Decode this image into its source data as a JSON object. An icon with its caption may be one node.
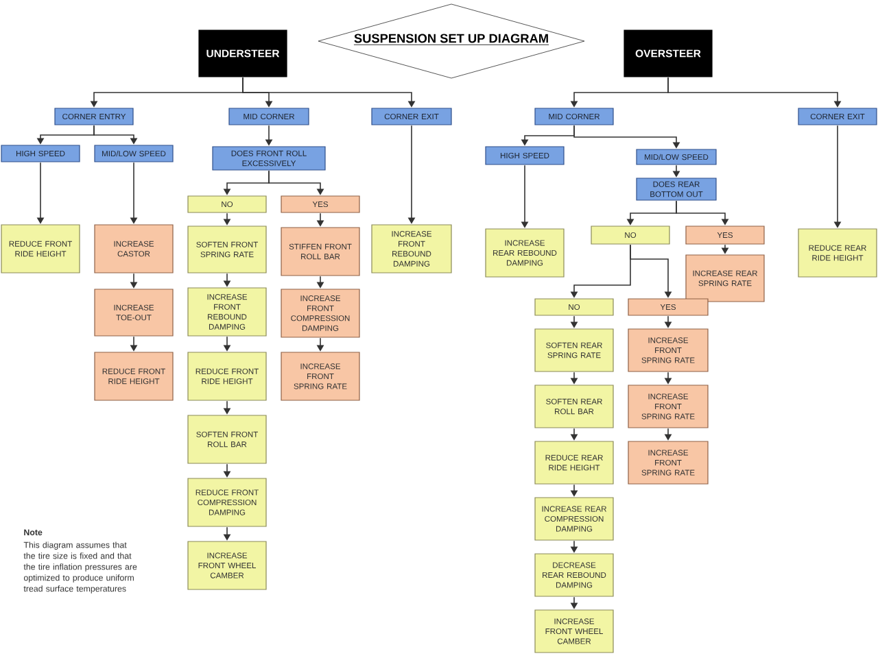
{
  "diagram": {
    "title": "SUSPENSION SET UP DIAGRAM",
    "nodes": [
      {
        "text": [
          "UNDERSTEER"
        ]
      },
      {
        "text": [
          "CORNER ENTRY"
        ]
      },
      {
        "text": [
          "MID CORNER"
        ]
      },
      {
        "text": [
          "CORNER EXIT"
        ]
      },
      {
        "text": [
          "HIGH SPEED"
        ]
      },
      {
        "text": [
          "MID/LOW SPEED"
        ]
      },
      {
        "text": [
          "DOES FRONT ROLL EXCESSIVELY"
        ]
      },
      {
        "text": [
          "NO"
        ]
      },
      {
        "text": [
          "YES"
        ]
      },
      {
        "text": [
          "REDUCE FRONT RIDE HEIGHT"
        ]
      },
      {
        "text": [
          "INCREASE CASTOR"
        ]
      },
      {
        "text": [
          "INCREASE TOE-OUT"
        ]
      },
      {
        "text": [
          "REDUCE FRONT RIDE HEIGHT"
        ]
      },
      {
        "text": [
          "SOFTEN FRONT SPRING RATE"
        ]
      },
      {
        "text": [
          "INCREASE FRONT REBOUND DAMPING"
        ]
      },
      {
        "text": [
          "REDUCE FRONT RIDE HEIGHT"
        ]
      },
      {
        "text": [
          "SOFTEN FRONT ROLL BAR"
        ]
      },
      {
        "text": [
          "REDUCE FRONT COMPRESSION DAMPING"
        ]
      },
      {
        "text": [
          "INCREASE FRONT WHEEL CAMBER"
        ]
      },
      {
        "text": [
          "STIFFEN FRONT ROLL BAR"
        ]
      },
      {
        "text": [
          "INCREASE FRONT COMPRESSION DAMPING"
        ]
      },
      {
        "text": [
          "INCREASE FRONT SPRING RATE"
        ]
      },
      {
        "text": [
          "INCREASE FRONT REBOUND DAMPING"
        ]
      },
      {
        "text": [
          "OVERSTEER"
        ]
      },
      {
        "text": [
          "MID CORNER"
        ]
      },
      {
        "text": [
          "CORNER EXIT"
        ]
      },
      {
        "text": [
          "HIGH SPEED"
        ]
      },
      {
        "text": [
          "MID/LOW SPEED"
        ]
      },
      {
        "text": [
          "DOES REAR BOTTOM OUT"
        ]
      },
      {
        "text": [
          "INCREASE REAR REBOUND DAMPING"
        ]
      },
      {
        "text": [
          "NO"
        ]
      },
      {
        "text": [
          "YES"
        ]
      },
      {
        "text": [
          "INCREASE REAR SPRING RATE"
        ]
      },
      {
        "text": [
          "REDUCE REAR RIDE HEIGHT"
        ]
      },
      {
        "text": [
          "NO"
        ]
      },
      {
        "text": [
          "YES"
        ]
      },
      {
        "text": [
          "SOFTEN REAR SPRING RATE"
        ]
      },
      {
        "text": [
          "SOFTEN REAR ROLL BAR"
        ]
      },
      {
        "text": [
          "REDUCE REAR RIDE HEIGHT"
        ]
      },
      {
        "text": [
          "INCREASE REAR COMPRESSION DAMPING"
        ]
      },
      {
        "text": [
          "DECREASE REAR REBOUND DAMPING"
        ]
      },
      {
        "text": [
          "INCREASE FRONT WHEEL CAMBER"
        ]
      },
      {
        "text": [
          "INCREASE FRONT SPRING RATE"
        ]
      },
      {
        "text": [
          "INCREASE FRONT SPRING RATE"
        ]
      },
      {
        "text": [
          "INCREASE FRONT SPRING RATE"
        ]
      }
    ],
    "edges": [
      {
        "from": 0,
        "to": 1,
        "arrow": "to"
      },
      {
        "from": 0,
        "to": 2,
        "arrow": "to"
      },
      {
        "from": 0,
        "to": 3,
        "arrow": "to"
      },
      {
        "from": 1,
        "to": 4,
        "arrow": "to"
      },
      {
        "from": 1,
        "to": 5,
        "arrow": "to"
      },
      {
        "from": 2,
        "to": 6,
        "arrow": "to"
      },
      {
        "from": 6,
        "to": 7,
        "arrow": "to"
      },
      {
        "from": 6,
        "to": 8,
        "arrow": "to"
      },
      {
        "from": 4,
        "to": 9,
        "arrow": "to"
      },
      {
        "from": 5,
        "to": 10,
        "arrow": "to"
      },
      {
        "from": 10,
        "to": 11,
        "arrow": "to"
      },
      {
        "from": 11,
        "to": 12,
        "arrow": "to"
      },
      {
        "from": 7,
        "to": 13,
        "arrow": "to"
      },
      {
        "from": 13,
        "to": 14,
        "arrow": "to"
      },
      {
        "from": 14,
        "to": 15,
        "arrow": "to"
      },
      {
        "from": 15,
        "to": 16,
        "arrow": "to"
      },
      {
        "from": 16,
        "to": 17,
        "arrow": "to"
      },
      {
        "from": 17,
        "to": 18,
        "arrow": "to"
      },
      {
        "from": 8,
        "to": 19,
        "arrow": "to"
      },
      {
        "from": 19,
        "to": 20,
        "arrow": "to"
      },
      {
        "from": 20,
        "to": 21,
        "arrow": "to"
      },
      {
        "from": 3,
        "to": 22,
        "arrow": "to"
      },
      {
        "from": 23,
        "to": 24,
        "arrow": "to"
      },
      {
        "from": 23,
        "to": 25,
        "arrow": "to"
      },
      {
        "from": 24,
        "to": 26,
        "arrow": "to"
      },
      {
        "from": 24,
        "to": 27,
        "arrow": "to"
      },
      {
        "from": 27,
        "to": 28,
        "arrow": "to"
      },
      {
        "from": 26,
        "to": 29,
        "arrow": "to"
      },
      {
        "from": 28,
        "to": 30,
        "arrow": "to"
      },
      {
        "from": 28,
        "to": 31,
        "arrow": "to"
      },
      {
        "from": 31,
        "to": 32,
        "arrow": "to"
      },
      {
        "from": 25,
        "to": 33,
        "arrow": "to"
      },
      {
        "from": 30,
        "to": 34,
        "arrow": "to"
      },
      {
        "from": 30,
        "to": 35,
        "arrow": "to"
      },
      {
        "from": 34,
        "to": 36,
        "arrow": "to"
      },
      {
        "from": 36,
        "to": 37,
        "arrow": "to"
      },
      {
        "from": 37,
        "to": 38,
        "arrow": "to"
      },
      {
        "from": 38,
        "to": 39,
        "arrow": "to"
      },
      {
        "from": 39,
        "to": 40,
        "arrow": "to"
      },
      {
        "from": 40,
        "to": 41,
        "arrow": "to"
      },
      {
        "from": 35,
        "to": 42,
        "arrow": "to"
      },
      {
        "from": 42,
        "to": 43,
        "arrow": "to"
      },
      {
        "from": 43,
        "to": 44,
        "arrow": "to"
      }
    ],
    "labels": [
      "Note",
      "This diagram assumes that the tire size is fixed and that the tire inflation pressures are optimized to produce uniform tread surface temperatures"
    ]
  }
}
